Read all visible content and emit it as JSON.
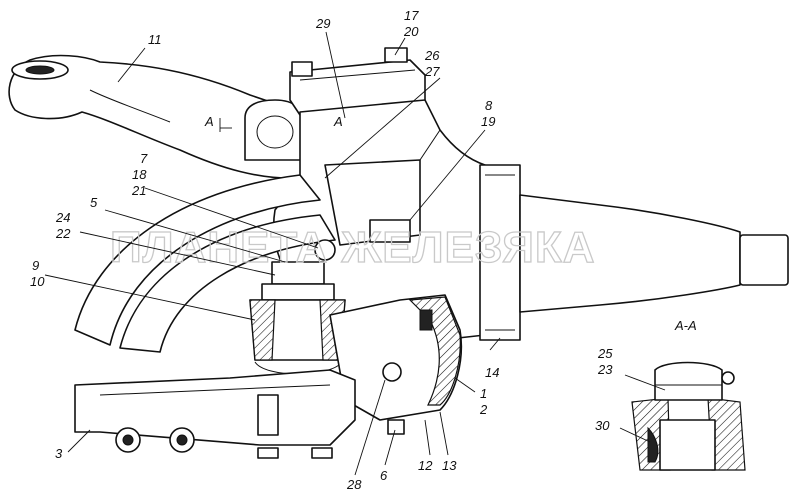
{
  "watermark": "ПЛАНЕТА ЖЕЛЕЗЯКА",
  "section": {
    "title": "A-A",
    "mark_left": "A",
    "mark_right": "A"
  },
  "callouts": {
    "c1": "1",
    "c2": "2",
    "c3": "3",
    "c5": "5",
    "c6": "6",
    "c7": "7",
    "c8": "8",
    "c9": "9",
    "c10": "10",
    "c11": "11",
    "c12": "12",
    "c13": "13",
    "c14": "14",
    "c17": "17",
    "c18": "18",
    "c19": "19",
    "c20": "20",
    "c21": "21",
    "c22": "22",
    "c23": "23",
    "c24": "24",
    "c25": "25",
    "c26": "26",
    "c27": "27",
    "c28": "28",
    "c29": "29",
    "c30": "30"
  }
}
